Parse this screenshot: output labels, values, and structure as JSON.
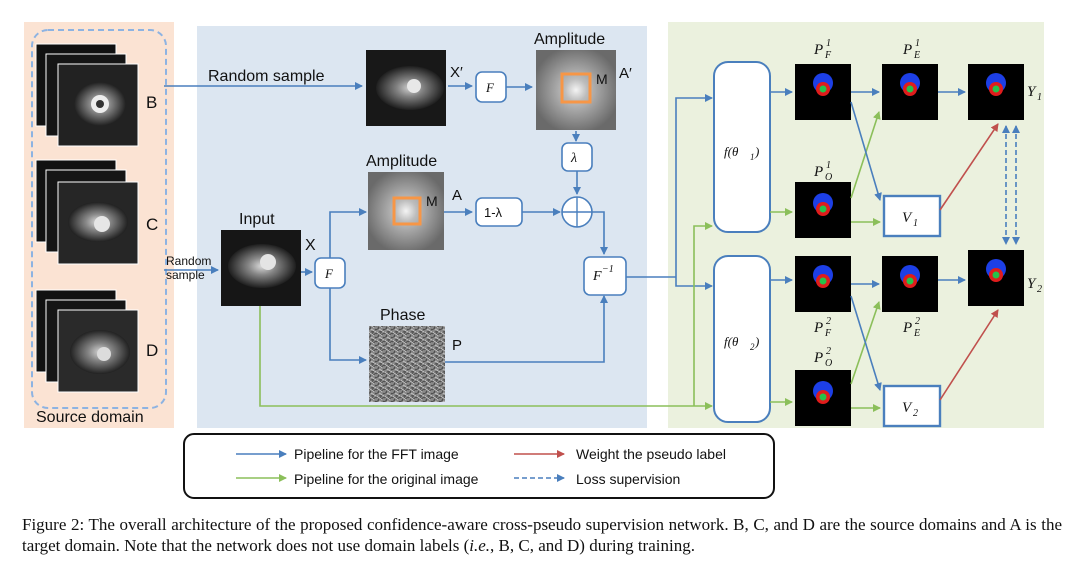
{
  "panels": {
    "source_domain_label": "Source domain",
    "domain_b": "B",
    "domain_c": "C",
    "domain_d": "D",
    "random_sample_top": "Random sample",
    "random_sample_left": [
      "Random",
      "sample"
    ],
    "x_prime": "X′",
    "a_prime": "A′",
    "m_top": "M",
    "amplitude_top": "Amplitude",
    "amplitude_mid": "Amplitude",
    "m_mid": "M",
    "a_mid": "A",
    "input_label": "Input",
    "x_label": "X",
    "phase_label": "Phase",
    "p_label": "P"
  },
  "ops": {
    "fft_top": "F",
    "fft_input": "F",
    "lambda": "λ",
    "one_minus_lambda": "1-λ",
    "ifft": "F",
    "ifft_sup": "−1",
    "f_theta1": "f(θ",
    "f_theta1_sub": "1",
    "f_theta2": "f(θ",
    "f_theta2_sub": "2",
    "v1": "V",
    "v1_sub": "1",
    "v2": "V",
    "v2_sub": "2"
  },
  "outputs": {
    "pf1": {
      "base": "P",
      "sub": "F",
      "sup": "1"
    },
    "pe1": {
      "base": "P",
      "sub": "E",
      "sup": "1"
    },
    "po1": {
      "base": "P",
      "sub": "O",
      "sup": "1"
    },
    "pf2": {
      "base": "P",
      "sub": "F",
      "sup": "2"
    },
    "pe2": {
      "base": "P",
      "sub": "E",
      "sup": "2"
    },
    "po2": {
      "base": "P",
      "sub": "O",
      "sup": "2"
    },
    "y1": {
      "base": "Y",
      "sub": "1"
    },
    "y2": {
      "base": "Y",
      "sub": "2"
    }
  },
  "legend": {
    "fft_pipeline": "Pipeline for the FFT image",
    "orig_pipeline": "Pipeline for the original image",
    "weight_label": "Weight the pseudo label",
    "loss_supervision": "Loss supervision"
  },
  "caption": {
    "part1": "Figure 2: The overall architecture of the proposed confidence-aware cross-pseudo supervision network. B, C, and D are the source domains and A is the target domain. Note that the network does not use domain labels (",
    "ie": "i.e.",
    "part2": ", B, C, and D) during training."
  },
  "colors": {
    "source_bg": "#fbe3d3",
    "fft_bg": "#dce6f1",
    "net_bg": "#ebf1de",
    "blue": "#4a7fbd",
    "green": "#8bbf5a",
    "red": "#c0504d",
    "orange": "#f79646",
    "dashed_frame": "#8db3e2"
  }
}
